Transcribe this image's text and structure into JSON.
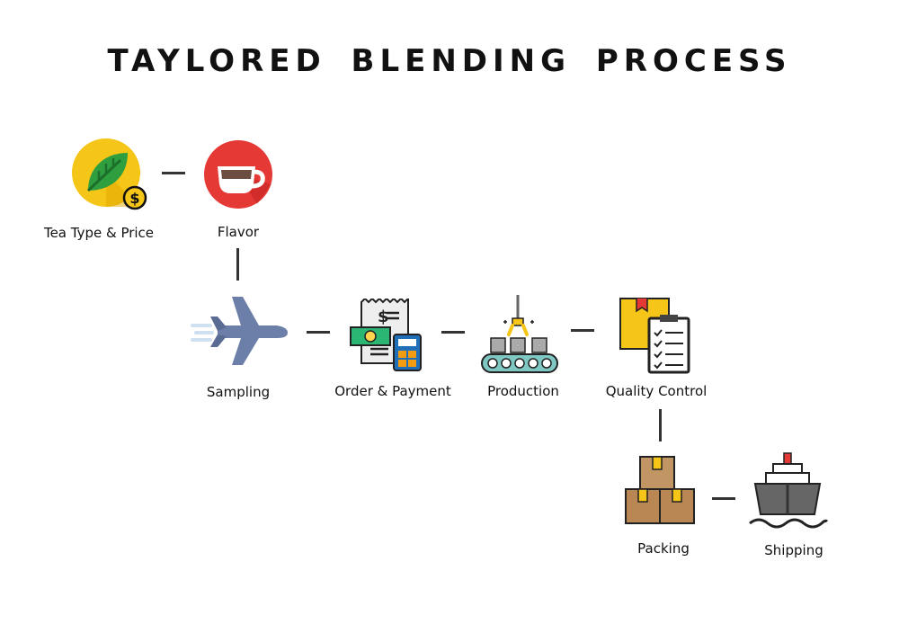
{
  "title": "TAYLORED  BLENDING PROCESS",
  "steps": [
    {
      "label": "Tea Type & Price",
      "icon": "tea-leaf-price-icon"
    },
    {
      "label": "Flavor",
      "icon": "tea-cup-icon"
    },
    {
      "label": "Sampling",
      "icon": "airplane-icon"
    },
    {
      "label": "Order & Payment",
      "icon": "receipt-calculator-icon"
    },
    {
      "label": "Production",
      "icon": "conveyor-icon"
    },
    {
      "label": "Quality Control",
      "icon": "clipboard-checklist-icon"
    },
    {
      "label": "Packing",
      "icon": "boxes-icon"
    },
    {
      "label": "Shipping",
      "icon": "ship-icon"
    }
  ],
  "colors": {
    "leaf_bg": "#F5C518",
    "leaf": "#2E9E3F",
    "cup_bg": "#E53935",
    "plane": "#6C7FA8",
    "money": "#2BB673",
    "calculator": "#1E6FB8",
    "conveyor": "#7FC7C3",
    "box": "#B98753",
    "ship": "#666666",
    "connector": "#333333"
  }
}
